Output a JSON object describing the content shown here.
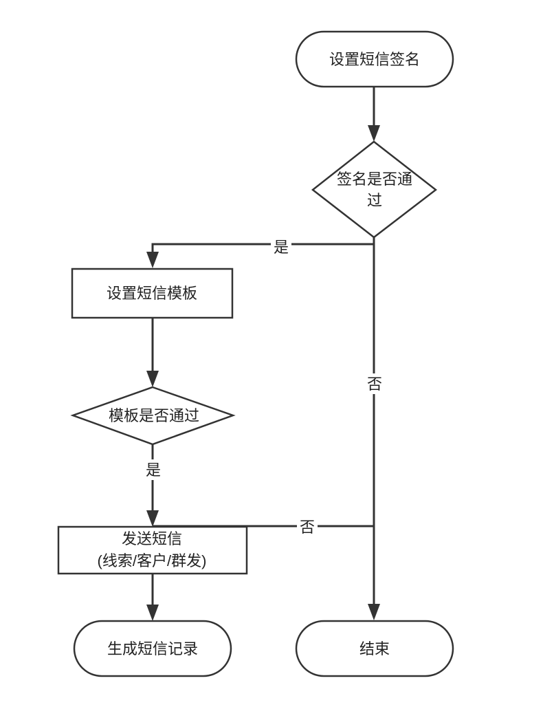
{
  "diagram": {
    "nodes": {
      "set_signature": "设置短信签名",
      "signature_check": [
        "签名是否通",
        "过"
      ],
      "set_template": "设置短信模板",
      "template_check": "模板是否通过",
      "send_sms": [
        "发送短信",
        "(线索/客户/群发)"
      ],
      "generate_record": "生成短信记录",
      "end": "结束"
    },
    "edges": {
      "signature_yes": "是",
      "signature_no": "否",
      "template_yes": "是",
      "template_no": "否"
    }
  }
}
